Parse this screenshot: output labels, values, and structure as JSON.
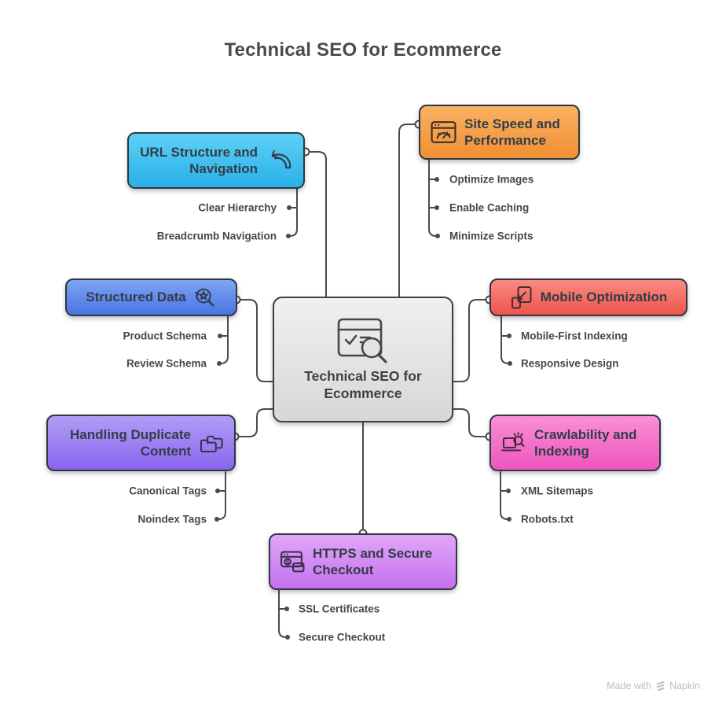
{
  "title": "Technical SEO for Ecommerce",
  "center": {
    "label": "Technical SEO for Ecommerce",
    "icon": "browser-search-check-icon",
    "fill_top": "#f0f0f0",
    "fill_bottom": "#d7d7d7"
  },
  "branches": [
    {
      "id": "url-structure",
      "label": "URL Structure and Navigation",
      "icon": "curved-arrow-icon",
      "color_top": "#5fd0f6",
      "color_bottom": "#28b1e9",
      "items": [
        "Clear Hierarchy",
        "Breadcrumb Navigation"
      ]
    },
    {
      "id": "site-speed",
      "label": "Site Speed and Performance",
      "icon": "speedometer-browser-icon",
      "color_top": "#f9b163",
      "color_bottom": "#f18f33",
      "items": [
        "Optimize Images",
        "Enable Caching",
        "Minimize Scripts"
      ]
    },
    {
      "id": "structured-data",
      "label": "Structured Data",
      "icon": "star-magnifier-icon",
      "color_top": "#7da5f4",
      "color_bottom": "#4a73e4",
      "items": [
        "Product Schema",
        "Review Schema"
      ]
    },
    {
      "id": "mobile-optimization",
      "label": "Mobile Optimization",
      "icon": "responsive-devices-icon",
      "color_top": "#fa8a80",
      "color_bottom": "#ef544b",
      "items": [
        "Mobile-First Indexing",
        "Responsive Design"
      ]
    },
    {
      "id": "duplicate-content",
      "label": "Handling Duplicate Content",
      "icon": "duplicate-folders-icon",
      "color_top": "#b09df6",
      "color_bottom": "#8a64ee",
      "items": [
        "Canonical Tags",
        "Noindex Tags"
      ]
    },
    {
      "id": "crawlability",
      "label": "Crawlability and Indexing",
      "icon": "laptop-search-icon",
      "color_top": "#f98fd8",
      "color_bottom": "#ee55bc",
      "items": [
        "XML Sitemaps",
        "Robots.txt"
      ]
    },
    {
      "id": "https-checkout",
      "label": "HTTPS and Secure Checkout",
      "icon": "secure-payment-browser-icon",
      "color_top": "#e0a6f8",
      "color_bottom": "#c471ef",
      "items": [
        "SSL Certificates",
        "Secure Checkout"
      ]
    }
  ],
  "connector_color": "#4a4a4a",
  "watermark": {
    "prefix": "Made with",
    "brand": "Napkin"
  }
}
